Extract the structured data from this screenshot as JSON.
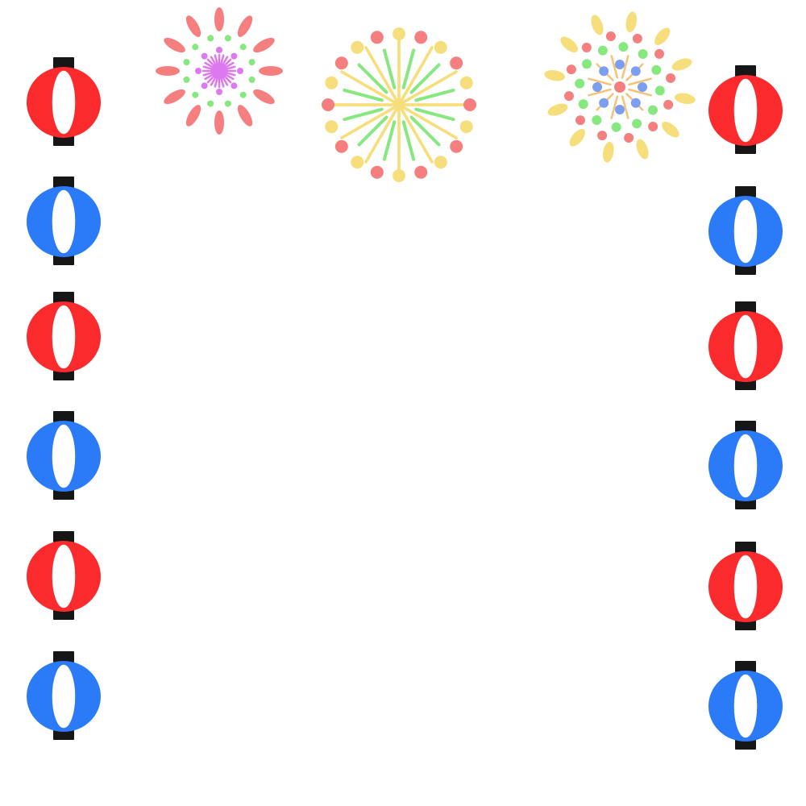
{
  "palette": {
    "lantern_red": "#fb2a2d",
    "lantern_blue": "#2b7bf8",
    "lantern_cap": "#161616",
    "background": "#ffffff",
    "firework_pink": "#f57f7f",
    "firework_yellow": "#f7de7c",
    "firework_green": "#86e87f",
    "firework_violet": "#dd78f0",
    "firework_blue": "#7c9ef0",
    "firework_orange": "#f5c27a"
  },
  "left_column": {
    "lanterns": [
      {
        "color": "red",
        "icon": "paper-lantern-icon"
      },
      {
        "color": "blue",
        "icon": "paper-lantern-icon"
      },
      {
        "color": "red",
        "icon": "paper-lantern-icon"
      },
      {
        "color": "blue",
        "icon": "paper-lantern-icon"
      },
      {
        "color": "red",
        "icon": "paper-lantern-icon"
      },
      {
        "color": "blue",
        "icon": "paper-lantern-icon"
      }
    ]
  },
  "right_column": {
    "lanterns": [
      {
        "color": "red",
        "icon": "paper-lantern-icon"
      },
      {
        "color": "blue",
        "icon": "paper-lantern-icon"
      },
      {
        "color": "red",
        "icon": "paper-lantern-icon"
      },
      {
        "color": "blue",
        "icon": "paper-lantern-icon"
      },
      {
        "color": "red",
        "icon": "paper-lantern-icon"
      },
      {
        "color": "blue",
        "icon": "paper-lantern-icon"
      }
    ]
  },
  "fireworks": [
    {
      "icon": "firework-icon",
      "style": "small-petal-burst"
    },
    {
      "icon": "firework-icon",
      "style": "large-ray-burst"
    },
    {
      "icon": "firework-icon",
      "style": "dotted-petal-burst"
    }
  ]
}
